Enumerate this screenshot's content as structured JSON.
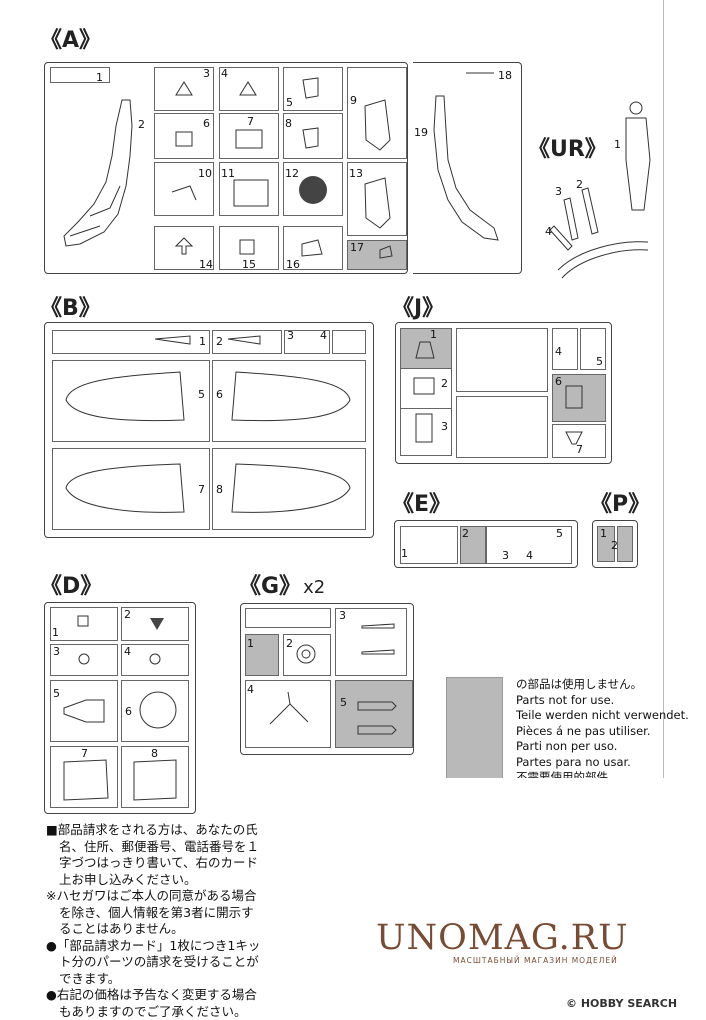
{
  "sections": {
    "A": {
      "label": "《A》"
    },
    "UR": {
      "label": "《UR》",
      "parts": [
        "1",
        "2",
        "3",
        "4"
      ]
    },
    "B": {
      "label": "《B》"
    },
    "J": {
      "label": "《J》",
      "parts": [
        "1",
        "2",
        "3",
        "4",
        "5",
        "6",
        "7"
      ]
    },
    "E": {
      "label": "《E》",
      "parts": [
        "1",
        "2",
        "3",
        "4",
        "5"
      ]
    },
    "P": {
      "label": "《P》",
      "parts": [
        "1",
        "2"
      ]
    },
    "D": {
      "label": "《D》",
      "parts": [
        "1",
        "2",
        "3",
        "4",
        "5",
        "6",
        "7",
        "8"
      ]
    },
    "G": {
      "label": "《G》",
      "multiplier": "x2",
      "parts": [
        "1",
        "2",
        "3",
        "4",
        "5"
      ]
    }
  },
  "a_parts": [
    "1",
    "2",
    "3",
    "4",
    "5",
    "6",
    "7",
    "8",
    "9",
    "10",
    "11",
    "12",
    "13",
    "14",
    "15",
    "16",
    "17",
    "18",
    "19"
  ],
  "b_parts": [
    "1",
    "2",
    "3",
    "4",
    "5",
    "6",
    "7",
    "8"
  ],
  "legend": {
    "lines": [
      "の部品は使用しません。",
      "Parts not for use.",
      "Teile werden nicht verwendet.",
      "Pièces á ne pas utiliser.",
      "Parti non per uso.",
      "Partes para no usar.",
      "不需要使用的部件"
    ]
  },
  "notes": [
    "■部品請求をされる方は、あなたの氏",
    "名、住所、郵便番号、電話番号を１",
    "字づつはっきり書いて、右のカード",
    "上お申し込みください。",
    "※ハセガワはご本人の同意がある場合",
    "を除き、個人情報を第3者に開示す",
    "ることはありません。",
    "●「部品請求カード」1枚につき1キッ",
    "ト分のパーツの請求を受けることが",
    "できます。",
    "●右記の価格は予告なく変更する場合",
    "もありますのでご了承ください。"
  ],
  "watermark": {
    "brand": "UNOMAG.RU",
    "tagline": "МАСШТАБНЫЙ МАГАЗИН МОДЕЛЕЙ",
    "credit": "© HOBBY SEARCH"
  }
}
